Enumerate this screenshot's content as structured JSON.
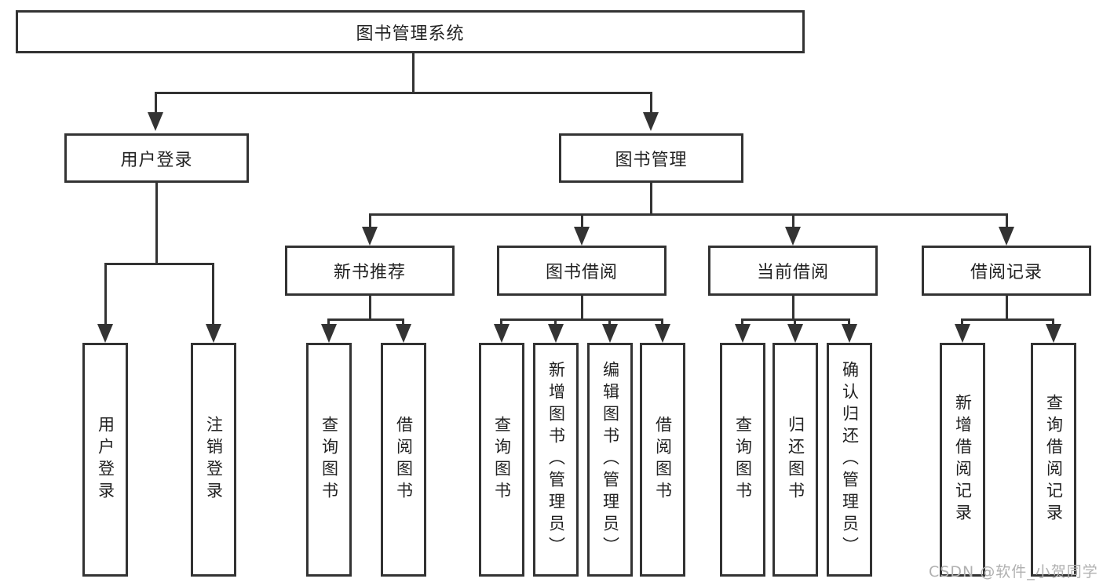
{
  "diagram": {
    "root": {
      "label": "图书管理系统"
    },
    "children": [
      {
        "label": "用户登录",
        "children": [
          {
            "label": "用户登录"
          },
          {
            "label": "注销登录"
          }
        ]
      },
      {
        "label": "图书管理",
        "children": [
          {
            "label": "新书推荐",
            "children": [
              {
                "label": "查询图书"
              },
              {
                "label": "借阅图书"
              }
            ]
          },
          {
            "label": "图书借阅",
            "children": [
              {
                "label": "查询图书"
              },
              {
                "label": "新增图书（管理员）"
              },
              {
                "label": "编辑图书（管理员）"
              },
              {
                "label": "借阅图书"
              }
            ]
          },
          {
            "label": "当前借阅",
            "children": [
              {
                "label": "查询图书"
              },
              {
                "label": "归还图书"
              },
              {
                "label": "确认归还（管理员）"
              }
            ]
          },
          {
            "label": "借阅记录",
            "children": [
              {
                "label": "新增借阅记录"
              },
              {
                "label": "查询借阅记录"
              }
            ]
          }
        ]
      }
    ]
  },
  "watermark": {
    "text": "CSDN @软件_小贺同学"
  },
  "colors": {
    "line": "#333333",
    "box_border": "#333333",
    "box_fill": "#ffffff",
    "text": "#222222",
    "watermark": "#b0b0b0",
    "background": "#ffffff"
  }
}
